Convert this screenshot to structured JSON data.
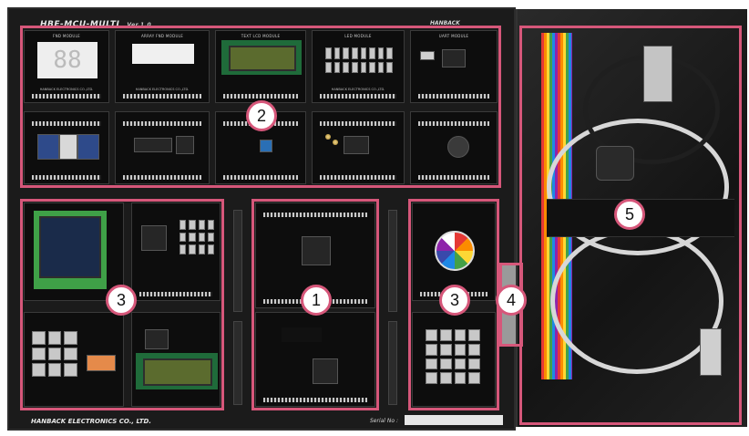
{
  "board": {
    "brand": "HBE-MCU-MULTI",
    "version": "Ver.1.0",
    "logo_text": "HANBACK",
    "footer": "HANBACK ELECTRONICS CO., LTD.",
    "serial_label": "Serial No :"
  },
  "callouts": [
    {
      "label": "1"
    },
    {
      "label": "2"
    },
    {
      "label": "3"
    },
    {
      "label": "3"
    },
    {
      "label": "4"
    },
    {
      "label": "5"
    }
  ],
  "modules": {
    "fnd_title": "FND MODULE",
    "fnd_digits": "88",
    "array_fnd_title": "ARRAY FND MODULE",
    "text_lcd_title": "TEXT LCD MODULE",
    "led_title": "LED MODULE",
    "uart_title": "UART MODULE",
    "vendor": "HANBACK ELECTRONICS CO.,LTD."
  },
  "colors": {
    "callout": "#d6577a",
    "panel": "#1b1b1b"
  }
}
